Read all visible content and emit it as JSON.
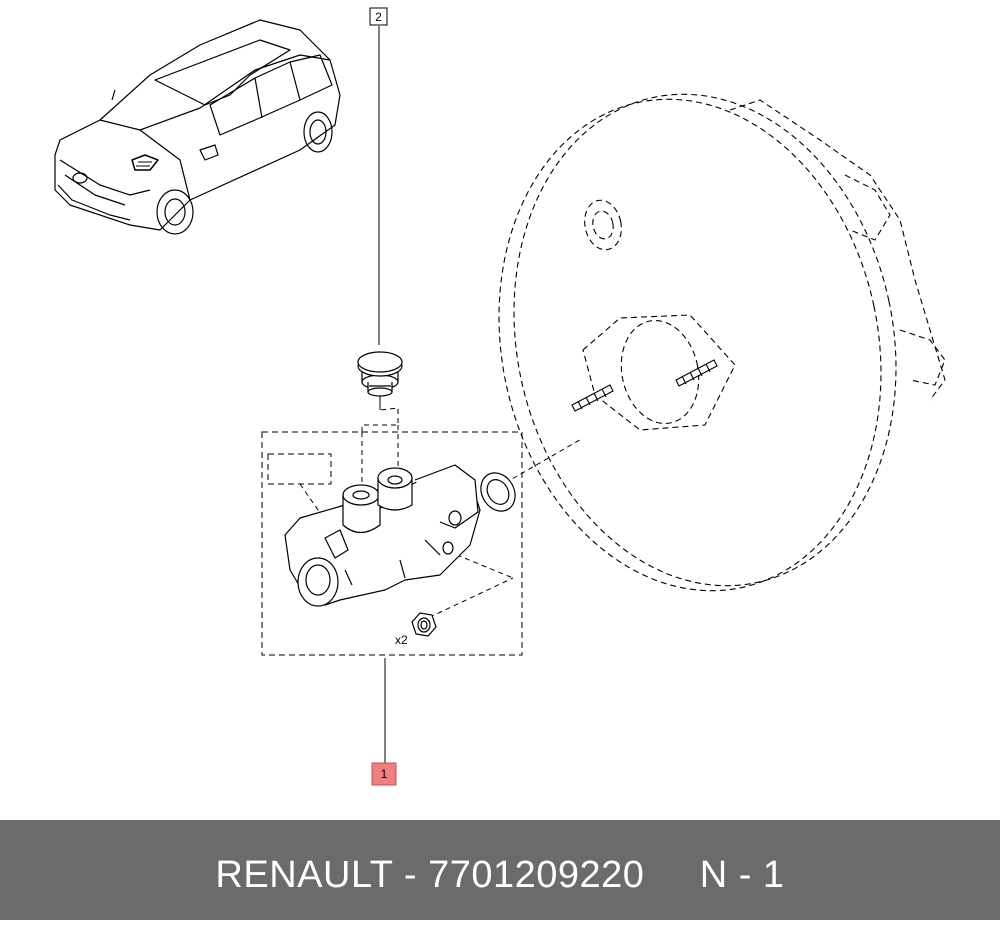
{
  "callouts": {
    "part_1": "1",
    "part_2": "2",
    "nut_qty": "x2"
  },
  "footer": {
    "brand": "RENAULT",
    "separator": " - ",
    "part_number": "7701209220",
    "note": "N - 1"
  },
  "colors": {
    "footer_bg": "#6b6b6b",
    "footer_text": "#ffffff",
    "highlight_callout": "#f08080",
    "line": "#000000"
  },
  "icons": [
    "car-illustration",
    "brake-booster-outline",
    "master-cylinder",
    "reservoir-plug",
    "seal-ring",
    "nut"
  ]
}
